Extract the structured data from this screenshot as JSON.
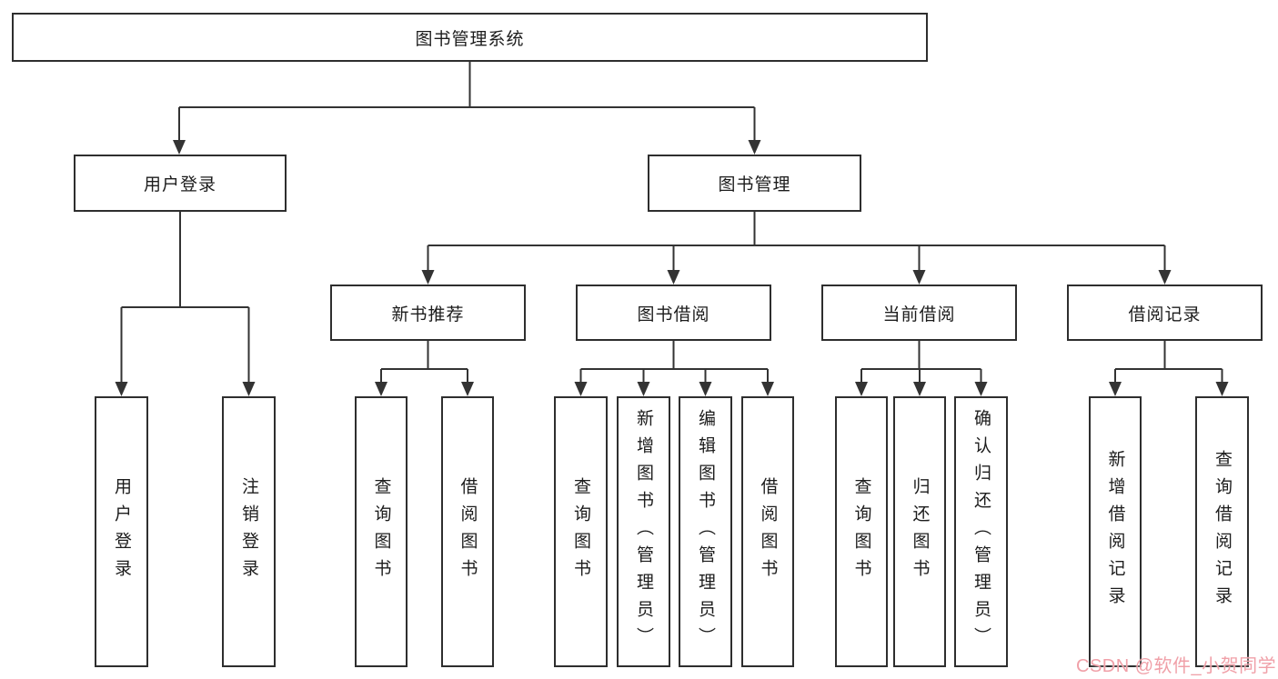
{
  "diagram": {
    "root": "图书管理系统",
    "branches": {
      "user_login": "用户登录",
      "book_mgmt": "图书管理"
    },
    "sections": {
      "new_book": "新书推荐",
      "borrow": "图书借阅",
      "current": "当前借阅",
      "records": "借阅记录"
    },
    "leaves": {
      "user_login_login": "用户登录",
      "user_login_logout": "注销登录",
      "new_book_query": "查询图书",
      "new_book_borrow": "借阅图书",
      "borrow_query": "查询图书",
      "borrow_add": "新增图书（管理员）",
      "borrow_edit": "编辑图书（管理员）",
      "borrow_borrow": "借阅图书",
      "current_query": "查询图书",
      "current_return": "归还图书",
      "current_confirm": "确认归还（管理员）",
      "records_add": "新增借阅记录",
      "records_query": "查询借阅记录"
    }
  },
  "watermark": "CSDN @软件_小贺同学",
  "colors": {
    "line": "#333333",
    "box_border": "#2e2e2e",
    "text": "#1c1c1c",
    "background": "#ffffff",
    "watermark": "#f0a0a8"
  }
}
